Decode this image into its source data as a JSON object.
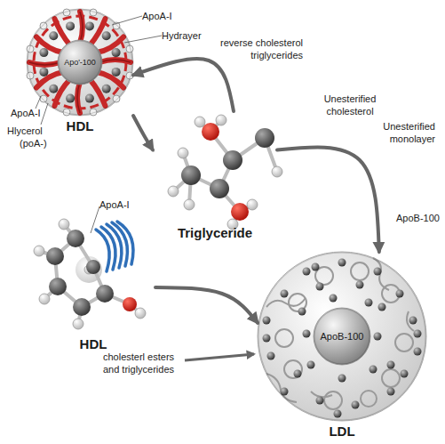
{
  "diagram": {
    "nodes": [
      {
        "text": [
          "HDL"
        ]
      },
      {
        "text": [
          "Apo'-100"
        ],
        "in": 0
      },
      {
        "text": [
          "Triglyceride"
        ]
      },
      {
        "text": [
          "HDL"
        ]
      },
      {
        "text": [
          "LDL"
        ]
      },
      {
        "text": [
          "ApoB-100"
        ],
        "in": 4
      }
    ],
    "edges": [
      {
        "from": 2,
        "to": 0,
        "arrow": "to",
        "label": "reverse cholesterol triglycerides"
      },
      {
        "from": 0,
        "to": 2,
        "arrow": "to"
      },
      {
        "from": 2,
        "to": 4,
        "arrow": "to",
        "label": "Unesterified cholesterol"
      },
      {
        "from": 3,
        "to": 4,
        "arrow": "to",
        "label": "cholesterl esters and triglycerides"
      }
    ],
    "labels": [
      "ApoA-I",
      "Hydrayer",
      "ApoA-I",
      "Hlycerol",
      "(poA-)",
      "Unesterified monolayer",
      "ApoB-100",
      "ApoA-I"
    ]
  }
}
